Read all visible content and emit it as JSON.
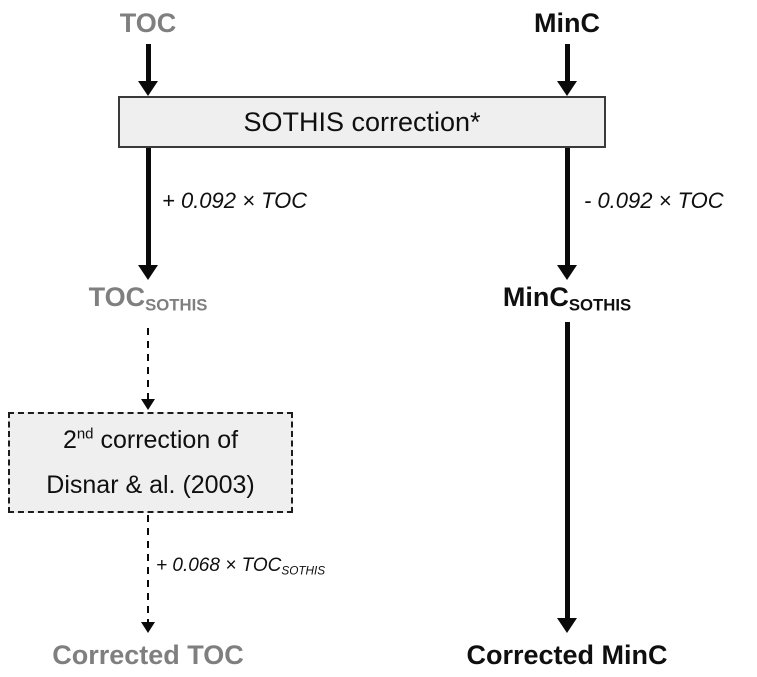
{
  "nodes": {
    "toc": "TOC",
    "minc": "MinC",
    "sothis_box": "SOTHIS correction*",
    "toc_sothis_base": "TOC",
    "toc_sothis_sub": "SOTHIS",
    "minc_sothis_base": "MinC",
    "minc_sothis_sub": "SOTHIS",
    "second_correction": {
      "line1_num": "2",
      "line1_ord": "nd",
      "line1_rest": " correction of",
      "line2": "Disnar & al. (2003)"
    },
    "corrected_toc": "Corrected TOC",
    "corrected_minc": "Corrected MinC"
  },
  "edges": {
    "toc_sothis_formula": "+ 0.092 × TOC",
    "minc_sothis_formula": "- 0.092 × TOC",
    "second_correction_formula_base": "+ 0.068 × TOC",
    "second_correction_formula_sub": "SOTHIS"
  },
  "colors": {
    "toc_path": "#7f7f7f",
    "minc_path": "#0f0f0f",
    "box_fill": "#efefef",
    "box_border": "#3a3a3a",
    "background": "#ffffff"
  }
}
